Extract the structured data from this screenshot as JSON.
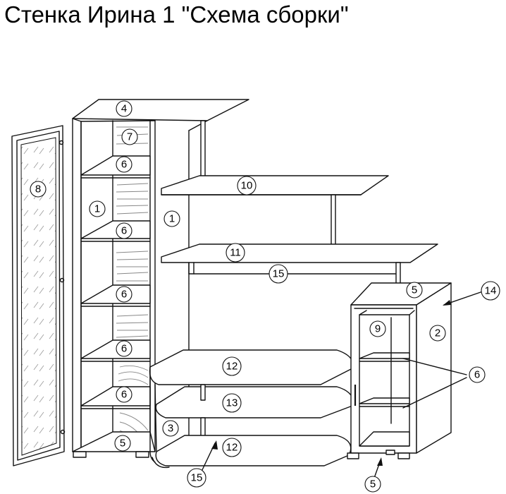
{
  "title": "Стенка Ирина 1 \"Схема сборки\"",
  "callouts": [
    {
      "label": "4"
    },
    {
      "label": "7"
    },
    {
      "label": "6"
    },
    {
      "label": "8"
    },
    {
      "label": "1"
    },
    {
      "label": "1"
    },
    {
      "label": "6"
    },
    {
      "label": "6"
    },
    {
      "label": "6"
    },
    {
      "label": "6"
    },
    {
      "label": "5"
    },
    {
      "label": "10"
    },
    {
      "label": "11"
    },
    {
      "label": "15"
    },
    {
      "label": "12"
    },
    {
      "label": "13"
    },
    {
      "label": "3"
    },
    {
      "label": "12"
    },
    {
      "label": "15"
    },
    {
      "label": "5"
    },
    {
      "label": "14"
    },
    {
      "label": "9"
    },
    {
      "label": "2"
    },
    {
      "label": "6"
    },
    {
      "label": "5"
    }
  ]
}
